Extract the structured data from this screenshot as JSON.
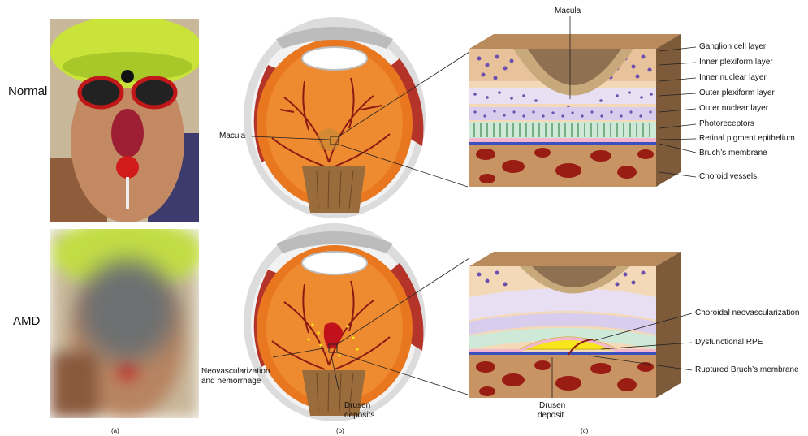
{
  "rows": {
    "normal": "Normal",
    "amd": "AMD"
  },
  "panels": {
    "a": "(a)",
    "b": "(b)",
    "c": "(c)"
  },
  "eye_labels": {
    "macula": "Macula",
    "neovasc_line1": "Neovascularization",
    "neovasc_line2": "and hemorrhage",
    "drusen_line1": "Drusen",
    "drusen_line2": "deposits"
  },
  "normal_retina": {
    "title": "Macula",
    "layers": [
      "Ganglion cell layer",
      "Inner plexiform layer",
      "Inner nuclear layer",
      "Outer plexiform layer",
      "Outer nuclear layer",
      "Photoreceptors",
      "Retinal pigment epithelium",
      "Bruch’s membrane",
      "Choroid vessels"
    ]
  },
  "amd_retina": {
    "labels": [
      "Choroidal neovascularization",
      "Dysfunctional RPE",
      "Ruptured Bruch’s membrane"
    ],
    "drusen_line1": "Drusen",
    "drusen_line2": "deposit"
  },
  "colors": {
    "iris_orange": "#e8771f",
    "sclera": "#e9e9e9",
    "muscle_red": "#b5342a",
    "vessel_red": "#8a1a12",
    "retina_beige": "#f3d9b8",
    "layer_purple": "#6c4fae",
    "choroid_brown": "#c89464",
    "drusen_yellow": "#f7e61c"
  }
}
